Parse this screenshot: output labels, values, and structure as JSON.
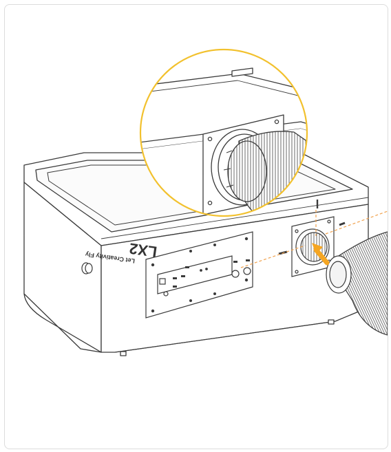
{
  "product": {
    "model": "LX2",
    "slogan": "Let Creativity Fly"
  },
  "colors": {
    "line": "#3a3a3a",
    "accent_circle": "#f2c12e",
    "arrow": "#f5a623",
    "dash": "#f0a04b"
  },
  "icons": [
    "magnifier-callout",
    "install-arrow",
    "screw-icon",
    "exhaust-hose"
  ]
}
